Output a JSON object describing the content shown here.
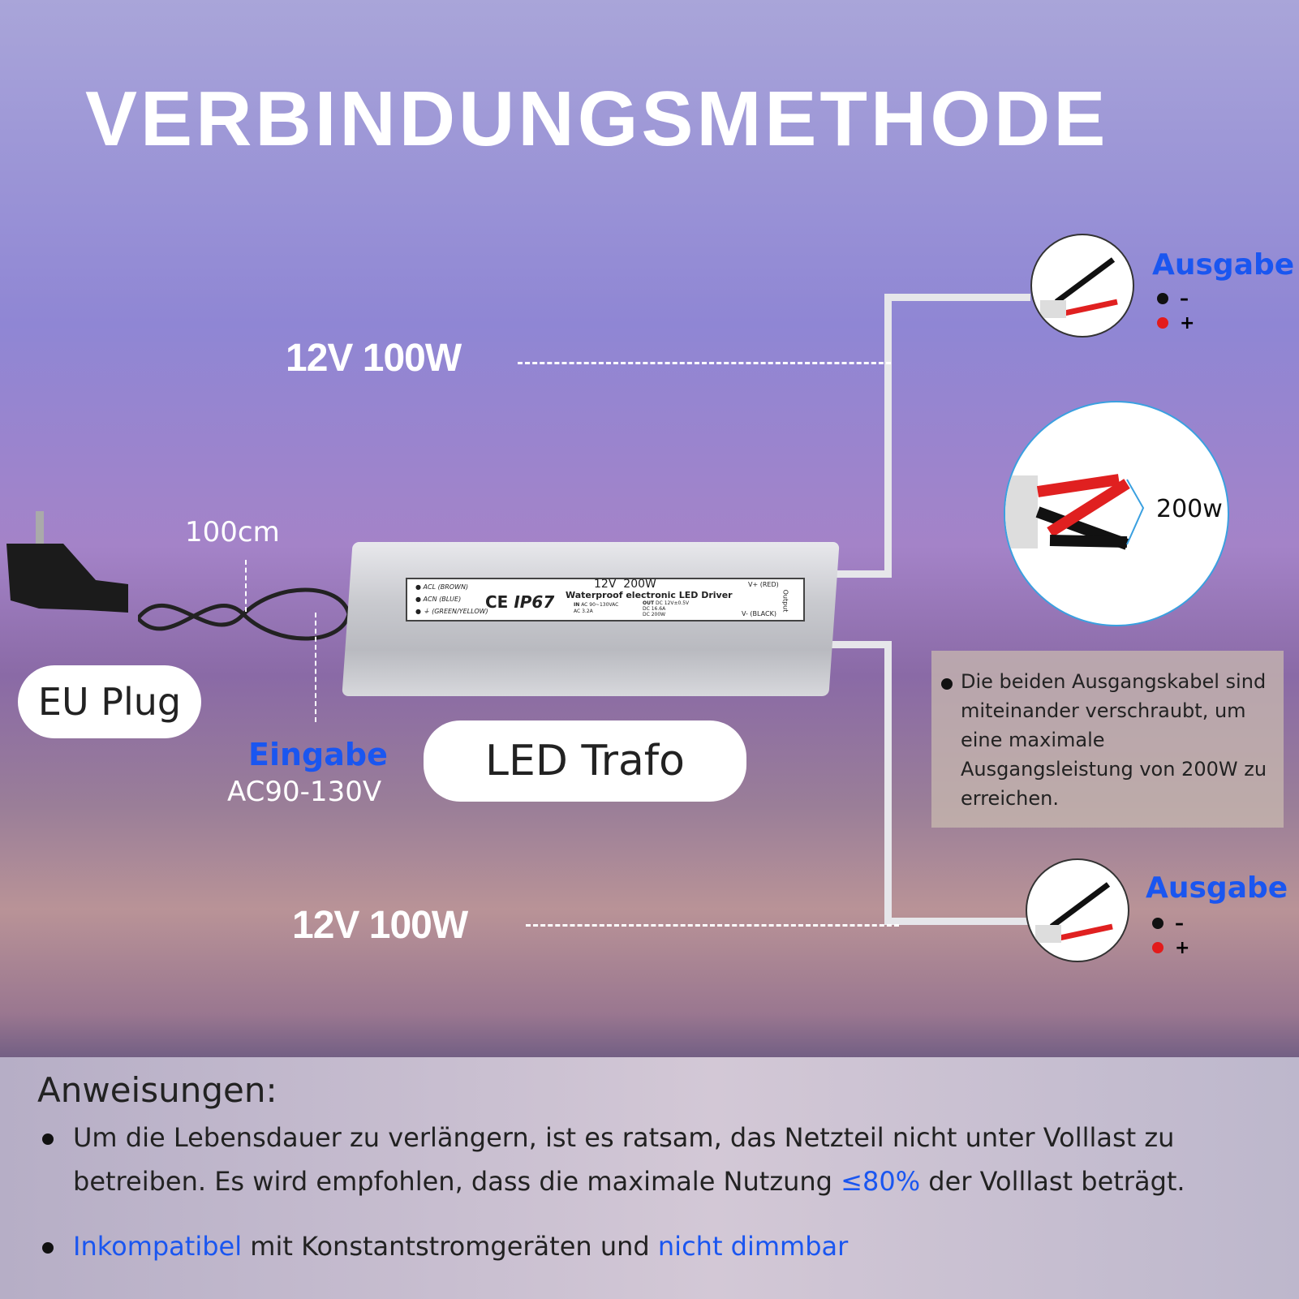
{
  "title": "VERBINDUNGSMETHODE",
  "output_top": {
    "voltage": "12V 100W",
    "label": "Ausgabe",
    "minus": "–",
    "plus": "+"
  },
  "output_bottom": {
    "voltage": "12V 100W",
    "label": "Ausgabe",
    "minus": "–",
    "plus": "+"
  },
  "combined": {
    "power": "200w"
  },
  "cable_length": "100cm",
  "plug_label": "EU Plug",
  "input": {
    "label": "Eingabe",
    "voltage": "AC90-130V"
  },
  "device_label": "LED Trafo",
  "driver_label": {
    "acl": "ACL (BROWN)",
    "acn": "ACN (BLUE)",
    "ground": "⏚ (GREEN/YELLOW)",
    "ce": "CE",
    "ip": "IP67",
    "rating": "12V  200W",
    "name": "Waterproof electronic LED Driver",
    "in": "IN",
    "out": "OUT",
    "in_v": "AC 90~130VAC",
    "in_a": "AC 3.2A",
    "out_v": "DC 12V±0.5V",
    "out_a": "DC 16.6A",
    "out_p": "DC 200W",
    "vplus": "V+ (RED)",
    "vminus": "V- (BLACK)",
    "output": "Output"
  },
  "note": "Die beiden Ausgangskabel sind miteinander verschraubt, um eine maximale Ausgangsleistung von 200W zu erreichen.",
  "instructions": {
    "heading": "Anweisungen:",
    "item1_a": "Um die Lebensdauer zu verlängern, ist es ratsam, das Netzteil nicht unter Volllast zu betreiben. Es wird empfohlen, dass die maximale Nutzung ",
    "item1_hl": "≤80%",
    "item1_b": " der Volllast beträgt.",
    "item2_hl1": "Inkompatibel",
    "item2_a": " mit Konstantstromgeräten und ",
    "item2_hl2": "nicht dimmbar"
  },
  "colors": {
    "accent": "#1a56f0",
    "red": "#e31b1b"
  }
}
